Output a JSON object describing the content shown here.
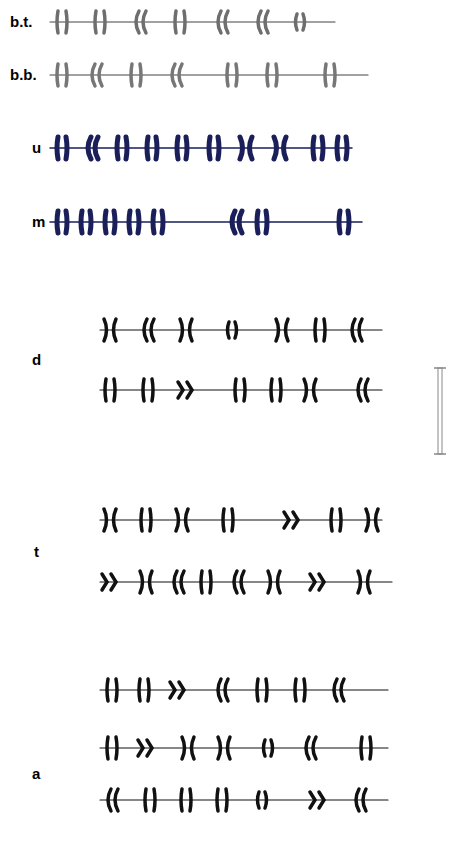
{
  "diagram": {
    "labels": [
      "b.t.",
      "b.b.",
      "u",
      "m",
      "d",
      "t",
      "a"
    ]
  }
}
